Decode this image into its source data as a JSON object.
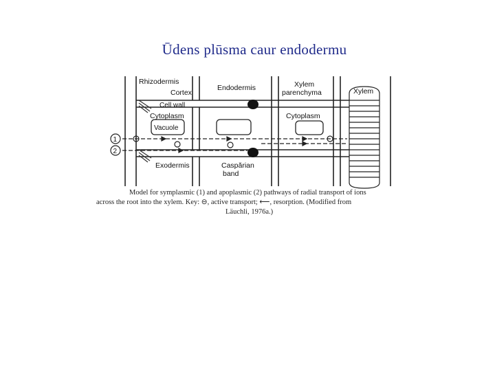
{
  "slide": {
    "title": "Ūdens plūsma caur endodermu"
  },
  "diagram": {
    "labels": {
      "rhizodermis": "Rhizodermis",
      "cortex": "Cortex",
      "cell_wall": "Cell wall",
      "cytoplasm_left": "Cytoplasm",
      "vacuole": "Vacuole",
      "endodermis": "Endodermis",
      "xylem_parenchyma_1": "Xylem",
      "xylem_parenchyma_2": "parenchyma",
      "cytoplasm_right": "Cytoplasm",
      "xylem": "Xylem",
      "exodermis": "Exodermis",
      "casparian_1": "Caspărian",
      "casparian_2": "band",
      "pathway_1": "1",
      "pathway_2": "2"
    },
    "caption": {
      "line1": "Model for symplasmic (1) and apoplasmic (2) pathways of radial transport of ions",
      "line2": "across the root into the xylem. Key: ⊖, active transport; ⟵, resorption. (Modified from",
      "line3": "Läuchli, 1976a.)"
    }
  }
}
